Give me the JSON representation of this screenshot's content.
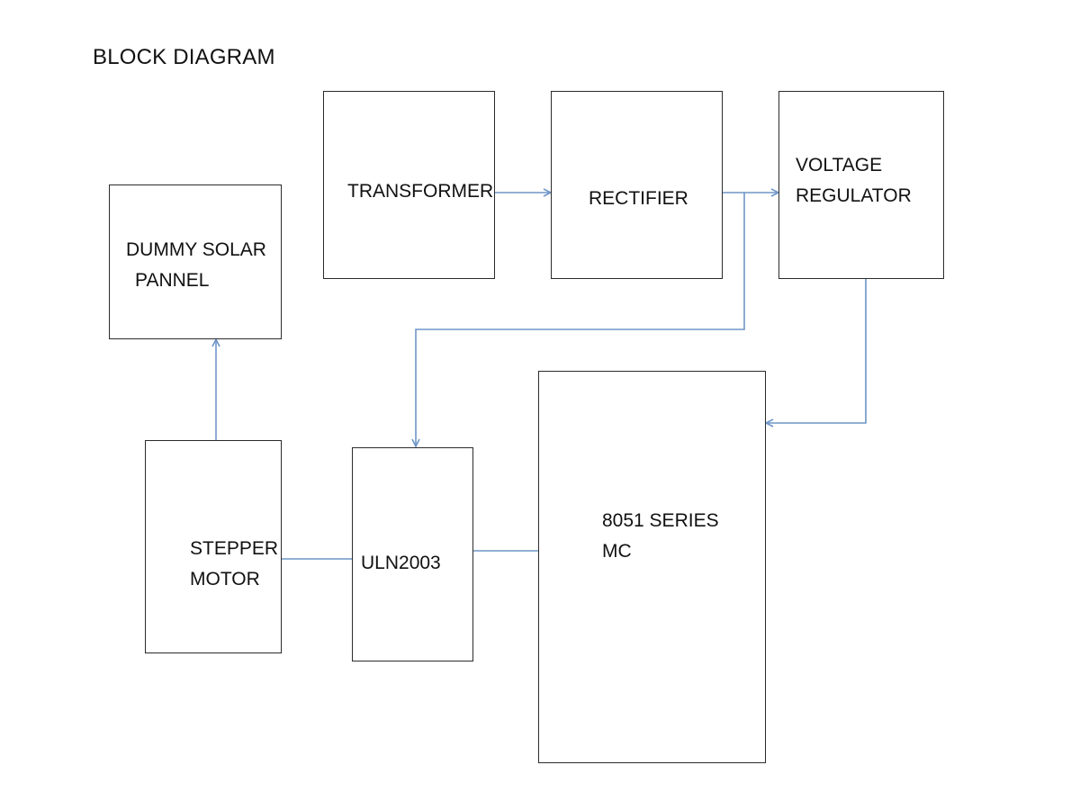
{
  "title": "BLOCK DIAGRAM",
  "colors": {
    "connector": "#6f96c6",
    "border": "#2b2b2b"
  },
  "blocks": {
    "transformer": {
      "label": "TRANSFORMER"
    },
    "rectifier": {
      "label": "RECTIFIER"
    },
    "voltage_regulator": {
      "line1": "VOLTAGE",
      "line2": "REGULATOR"
    },
    "solar_panel": {
      "line1": "DUMMY SOLAR",
      "line2": "PANNEL"
    },
    "stepper_motor": {
      "line1": "STEPPER",
      "line2": "MOTOR"
    },
    "uln2003": {
      "label": "ULN2003"
    },
    "mc": {
      "line1": "8051 SERIES",
      "line2": "MC"
    }
  }
}
